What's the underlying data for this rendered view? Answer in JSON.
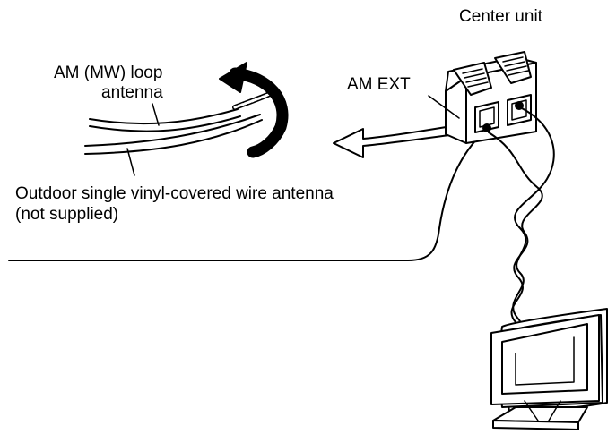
{
  "labels": {
    "center_unit": "Center unit",
    "loop_antenna_line1": "AM (MW) loop",
    "loop_antenna_line2": "antenna",
    "am_ext": "AM EXT",
    "outdoor_line1": "Outdoor single vinyl-covered wire antenna",
    "outdoor_line2": "(not supplied)"
  },
  "colors": {
    "ink": "#000000",
    "background": "#ffffff"
  },
  "icons": {
    "rotation_arrow": "twist-arrow-icon",
    "insert_arrow": "insert-arrow-icon"
  }
}
